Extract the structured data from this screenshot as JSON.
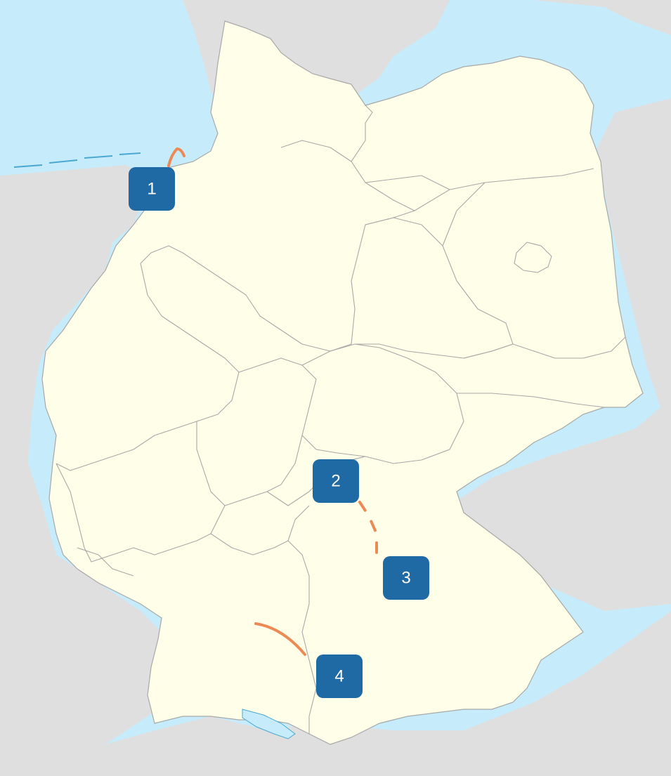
{
  "map": {
    "colors": {
      "sea": "#c6ecfb",
      "land_foreign": "#dfdfdf",
      "land_germany": "#fefee9",
      "border": "#a8a8a8",
      "coast": "#4aa7d2",
      "route": "#ec8a55",
      "marker_fill": "#1f6aa5",
      "marker_text": "#ffffff"
    },
    "markers": [
      {
        "id": "1",
        "label": "1"
      },
      {
        "id": "2",
        "label": "2"
      },
      {
        "id": "3",
        "label": "3"
      },
      {
        "id": "4",
        "label": "4"
      }
    ],
    "routes": [
      {
        "id": "route-1",
        "style": "solid-arc"
      },
      {
        "id": "route-2-3",
        "style": "dashed"
      },
      {
        "id": "route-4",
        "style": "solid-arc"
      }
    ]
  }
}
